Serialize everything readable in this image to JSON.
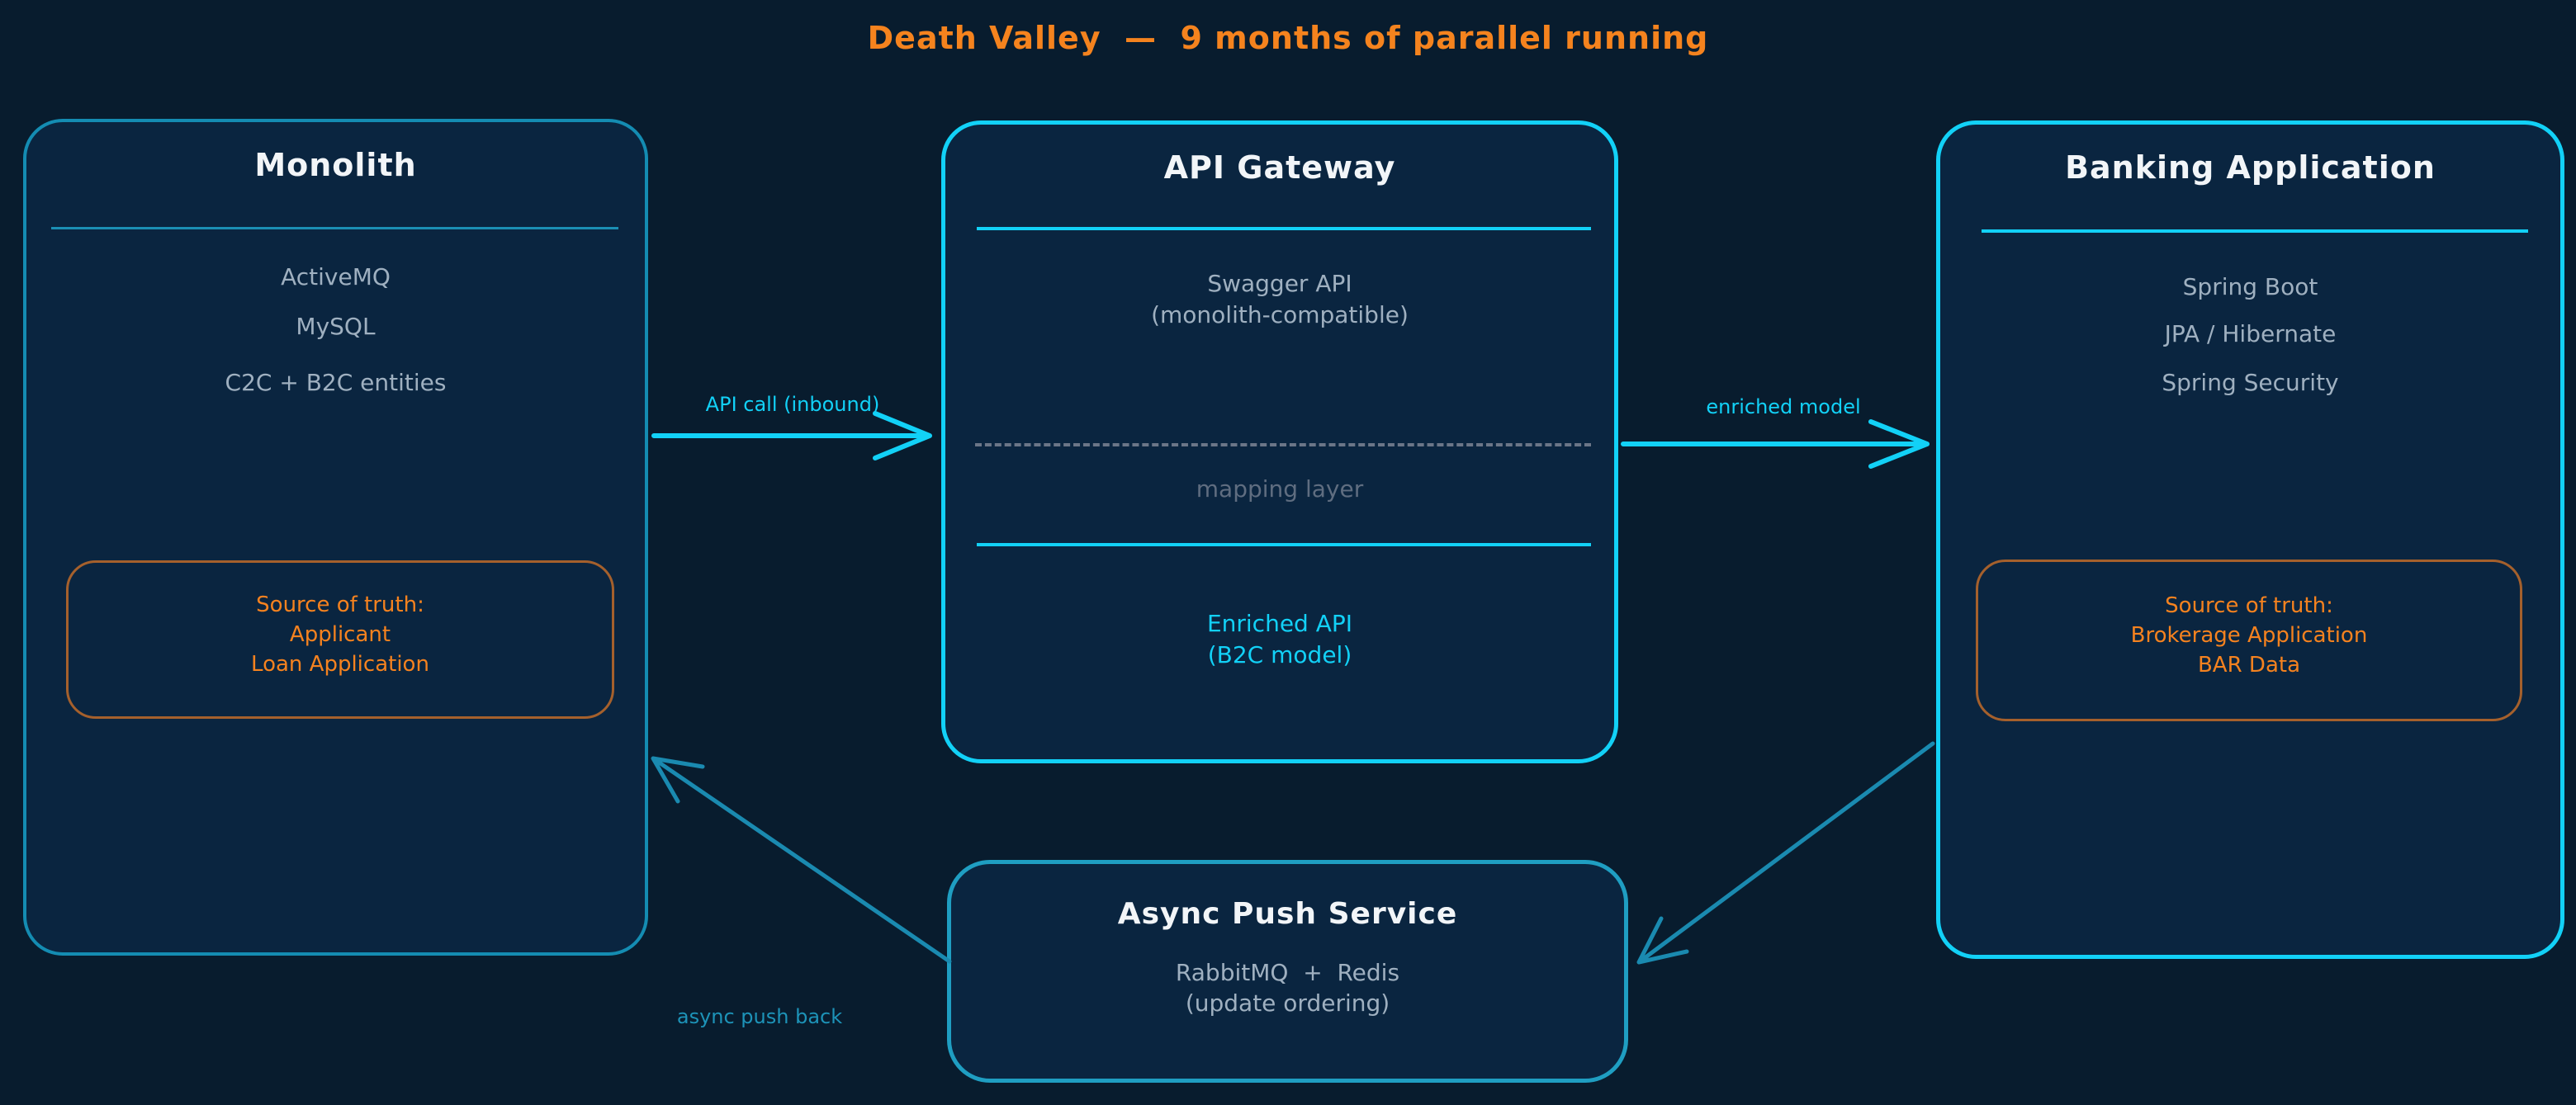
{
  "title": "Death Valley  —  9 months of parallel running",
  "colors": {
    "background": "#081c2e",
    "node_fill": "#0a2540",
    "teal_border": "#148cb2",
    "bright_cyan": "#12d1f7",
    "async_border": "#1f9ec2",
    "orange_text": "#f5821f",
    "orange_box_border": "#a5602c",
    "gray_text": "#9fb0c0",
    "muted_gray_text": "#5f6d80",
    "teal_arrow": "#1a8ab0",
    "white_title": "#f2f5f8"
  },
  "nodes": {
    "monolith": {
      "title": "Monolith",
      "items": [
        "ActiveMQ",
        "MySQL",
        "C2C + B2C entities"
      ],
      "source_of_truth": [
        "Source of truth:",
        "Applicant",
        "Loan Application"
      ]
    },
    "api_gateway": {
      "title": "API Gateway",
      "swagger": [
        "Swagger API",
        "(monolith-compatible)"
      ],
      "mapping_label": "mapping layer",
      "enriched": [
        "Enriched API",
        "(B2C model)"
      ]
    },
    "banking_app": {
      "title": "Banking Application",
      "items": [
        "Spring Boot",
        "JPA / Hibernate",
        "Spring Security"
      ],
      "source_of_truth": [
        "Source of truth:",
        "Brokerage Application",
        "BAR Data"
      ]
    },
    "async_push": {
      "title": "Async Push Service",
      "lines": [
        "RabbitMQ  +  Redis",
        "(update ordering)"
      ]
    }
  },
  "arrows": {
    "api_call_label": "API call (inbound)",
    "enriched_model_label": "enriched model",
    "async_push_back_label": "async push back"
  }
}
